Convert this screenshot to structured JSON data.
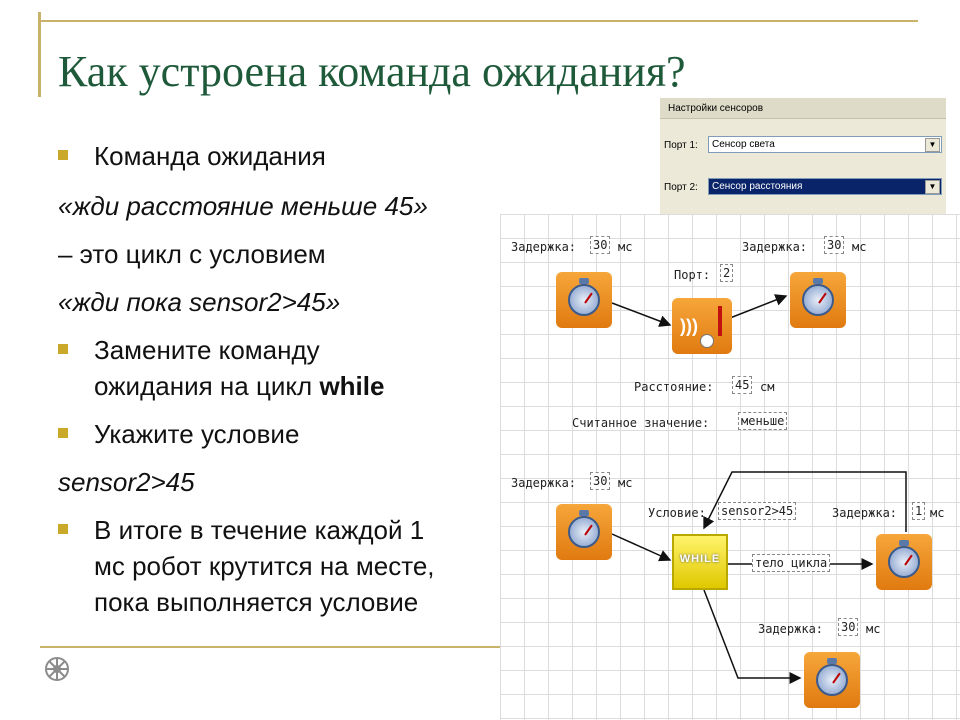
{
  "slide": {
    "title": "Как устроена команда ожидания?",
    "lines": [
      "Команда ожидания",
      "«жди расстояние меньше 45»",
      "– это цикл с условием",
      "«жди пока sensor2>45»",
      "Замените команду",
      "ожидания на цикл",
      "while",
      "Укажите условие",
      "sensor2>45",
      "В итоге в течение каждой 1",
      "мс робот крутится на месте,",
      "пока выполняется условие"
    ]
  },
  "sensor_panel": {
    "header": "Настройки сенсоров",
    "port1_label": "Порт 1:",
    "port1_value": "Сенсор света",
    "port2_label": "Порт 2:",
    "port2_value": "Сенсор расстояния",
    "dropdown_arrow": "▼"
  },
  "diagram_top": {
    "delay1_label": "Задержка:",
    "delay1_value": "30",
    "delay1_unit": "мс",
    "delay2_label": "Задержка:",
    "delay2_value": "30",
    "delay2_unit": "мс",
    "port_label": "Порт:",
    "port_value": "2",
    "distance_label": "Расстояние:",
    "distance_value": "45",
    "distance_unit": "см",
    "read_label": "Считанное значение:",
    "read_value": "меньше"
  },
  "diagram_bottom": {
    "delay1_label": "Задержка:",
    "delay1_value": "30",
    "delay1_unit": "мс",
    "condition_label": "Условие:",
    "condition_value": "sensor2>45",
    "delay2_label": "Задержка:",
    "delay2_value": "1",
    "delay2_unit": "мс",
    "while_label": "WHILE",
    "body_label": "тело цикла",
    "delay3_label": "Задержка:",
    "delay3_value": "30",
    "delay3_unit": "мс"
  },
  "colors": {
    "title": "#1e5a3a",
    "accent": "#c9b36a",
    "bullet": "#c9a82a",
    "block_orange": "#e07a10",
    "while_yellow": "#e0c800",
    "selected_blue": "#0a246a"
  }
}
